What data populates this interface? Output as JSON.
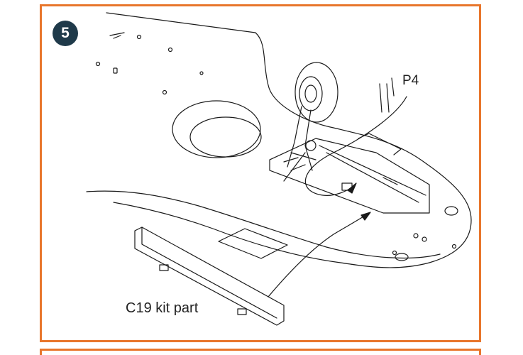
{
  "step": {
    "number": "5"
  },
  "labels": {
    "part_p4": "P4",
    "part_c19": "C19 kit part"
  },
  "colors": {
    "frame": "#e8762c",
    "badge": "#1f3a4a",
    "line": "#1a1a1a"
  }
}
